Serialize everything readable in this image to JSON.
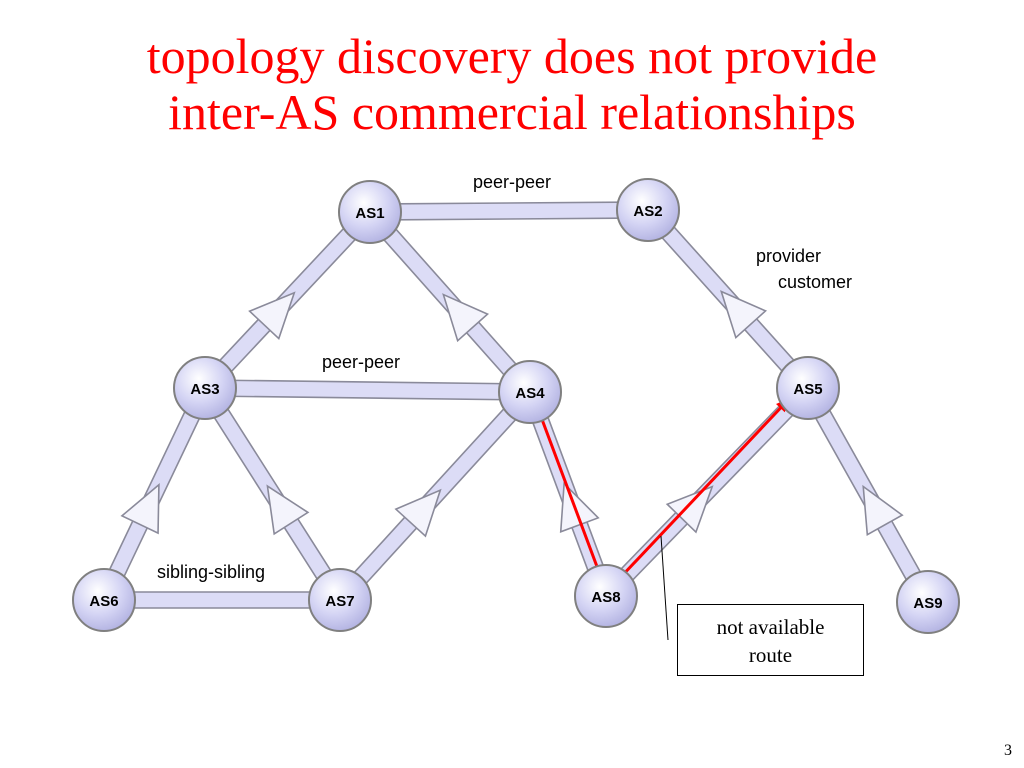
{
  "title": {
    "line1": "topology discovery does not provide",
    "line2": "inter-AS commercial relationships"
  },
  "nodes": [
    {
      "id": "AS1",
      "label": "AS1"
    },
    {
      "id": "AS2",
      "label": "AS2"
    },
    {
      "id": "AS3",
      "label": "AS3"
    },
    {
      "id": "AS4",
      "label": "AS4"
    },
    {
      "id": "AS5",
      "label": "AS5"
    },
    {
      "id": "AS6",
      "label": "AS6"
    },
    {
      "id": "AS7",
      "label": "AS7"
    },
    {
      "id": "AS8",
      "label": "AS8"
    },
    {
      "id": "AS9",
      "label": "AS9"
    }
  ],
  "edges": [
    {
      "from": "AS1",
      "to": "AS2",
      "relation": "peer-peer"
    },
    {
      "from": "AS3",
      "to": "AS4",
      "relation": "peer-peer"
    },
    {
      "from": "AS6",
      "to": "AS7",
      "relation": "sibling-sibling"
    },
    {
      "from": "AS3",
      "to": "AS1",
      "relation": "customer-provider"
    },
    {
      "from": "AS4",
      "to": "AS1",
      "relation": "customer-provider"
    },
    {
      "from": "AS5",
      "to": "AS2",
      "relation": "customer-provider"
    },
    {
      "from": "AS6",
      "to": "AS3",
      "relation": "customer-provider"
    },
    {
      "from": "AS7",
      "to": "AS3",
      "relation": "customer-provider"
    },
    {
      "from": "AS7",
      "to": "AS4",
      "relation": "customer-provider"
    },
    {
      "from": "AS8",
      "to": "AS4",
      "relation": "customer-provider"
    },
    {
      "from": "AS8",
      "to": "AS5",
      "relation": "customer-provider"
    },
    {
      "from": "AS9",
      "to": "AS5",
      "relation": "customer-provider"
    }
  ],
  "labels": {
    "peer_top": "peer-peer",
    "peer_mid": "peer-peer",
    "sibling": "sibling-sibling",
    "provider": "provider",
    "customer": "customer"
  },
  "highlighted_route": [
    "AS4",
    "AS8",
    "AS5"
  ],
  "callout": {
    "line1": "not available",
    "line2": "route"
  },
  "page_number": "3",
  "colors": {
    "title": "#ff0000",
    "node_fill": "#d4d4f4",
    "node_stroke": "#808080",
    "link_fill": "#dcdcf6",
    "link_stroke": "#8a8a9a",
    "route": "#ff0000"
  }
}
